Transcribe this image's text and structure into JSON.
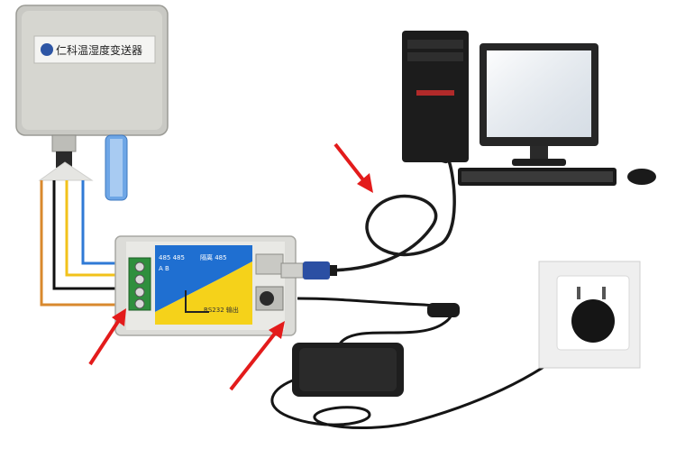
{
  "transmitter": {
    "label": "仁科温湿度变送器"
  },
  "converter": {
    "terminal_text_1": "485 485",
    "terminal_text_2": "A B",
    "panel_text": "隔离 485",
    "bottom_text": "RS232 输出"
  },
  "colors": {
    "wire_orange": "#d9892e",
    "wire_black": "#111111",
    "wire_yellow": "#f2c21a",
    "wire_blue": "#2f7ad6",
    "arrow_red": "#e31b1b",
    "panel_blue": "#1f6fd1",
    "panel_yellow": "#f5d21a",
    "terminal_green": "#2f8f3d"
  }
}
